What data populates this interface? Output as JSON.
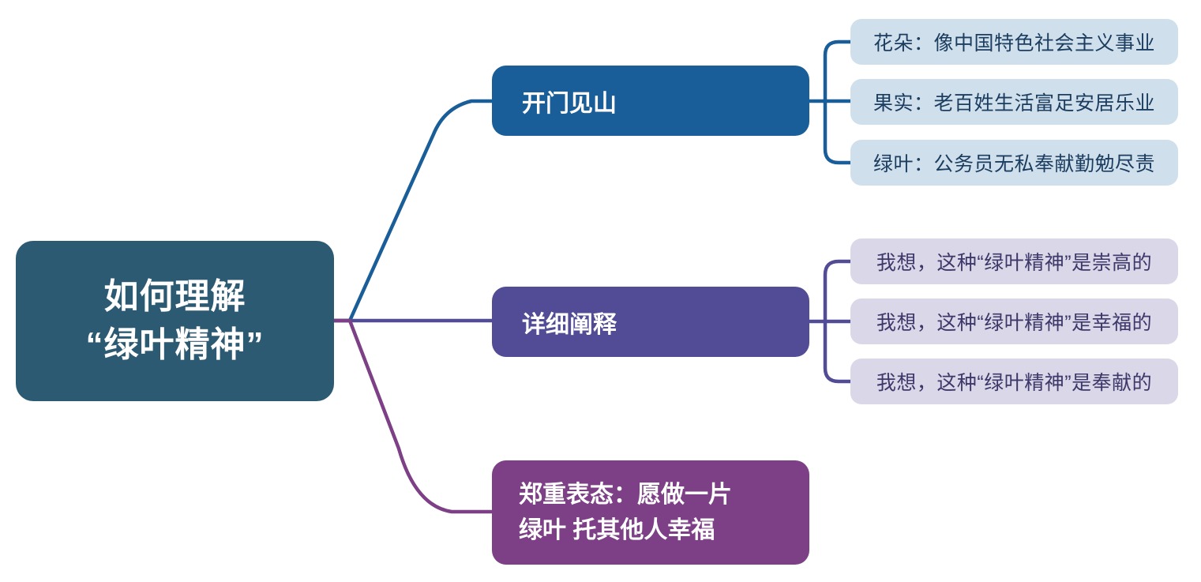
{
  "colors": {
    "canvas_bg": "#ffffff",
    "root_bg": "#2d5a73",
    "root_text": "#ffffff",
    "branch1": "#1a5e99",
    "branch1_child_bg": "#cfe0ec",
    "branch1_child_text": "#1c3d5f",
    "branch2": "#514c95",
    "branch2_child_bg": "#d9d7e8",
    "branch2_child_text": "#3d3869",
    "branch3": "#7d4086",
    "branch_text": "#ffffff"
  },
  "root": {
    "lines": [
      "如何理解",
      "“绿叶精神”"
    ]
  },
  "branches": [
    {
      "label": "开门见山",
      "children": [
        "花朵：像中国特色社会主义事业",
        "果实：老百姓生活富足安居乐业",
        "绿叶：公务员无私奉献勤勉尽责"
      ]
    },
    {
      "label": "详细阐释",
      "children": [
        "我想，这种“绿叶精神”是崇高的",
        "我想，这种“绿叶精神”是幸福的",
        "我想，这种“绿叶精神”是奉献的"
      ]
    },
    {
      "label_lines": [
        "郑重表态：愿做一片",
        "绿叶 托其他人幸福"
      ],
      "children": []
    }
  ]
}
